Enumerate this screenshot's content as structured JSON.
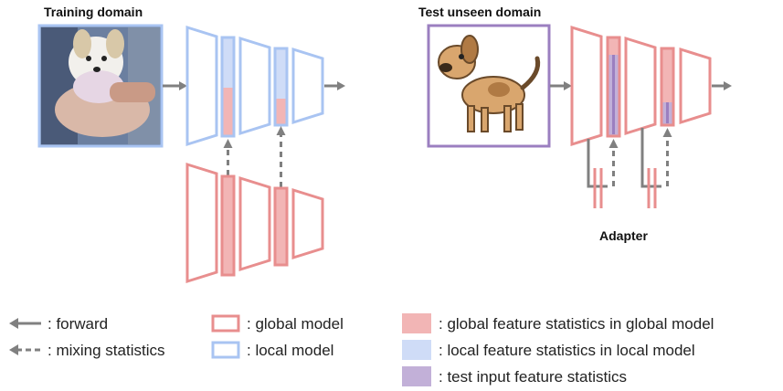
{
  "titles": {
    "training": "Training domain",
    "test": "Test unseen domain",
    "adapter": "Adapter"
  },
  "images": {
    "training": "photo-of-white-puppy-held-in-arms",
    "test": "cartoon-brown-dog"
  },
  "legend": {
    "forward": ": forward",
    "mixing": ": mixing statistics",
    "global_model": ": global model",
    "local_model": ": local model",
    "global_stats": ": global feature statistics in global model",
    "local_stats": ": local feature statistics in local model",
    "test_stats": ": test input feature statistics"
  },
  "colors": {
    "global": "#e88e8e",
    "global_fill": "#f2b5b5",
    "local": "#a9c4f2",
    "local_fill": "#cfdcf7",
    "test": "#9b7fc0",
    "test_fill": "#c2b0d8",
    "arrow": "#808080",
    "image_frame_training": "#a9c4f2",
    "image_frame_test": "#9b7fc0"
  }
}
